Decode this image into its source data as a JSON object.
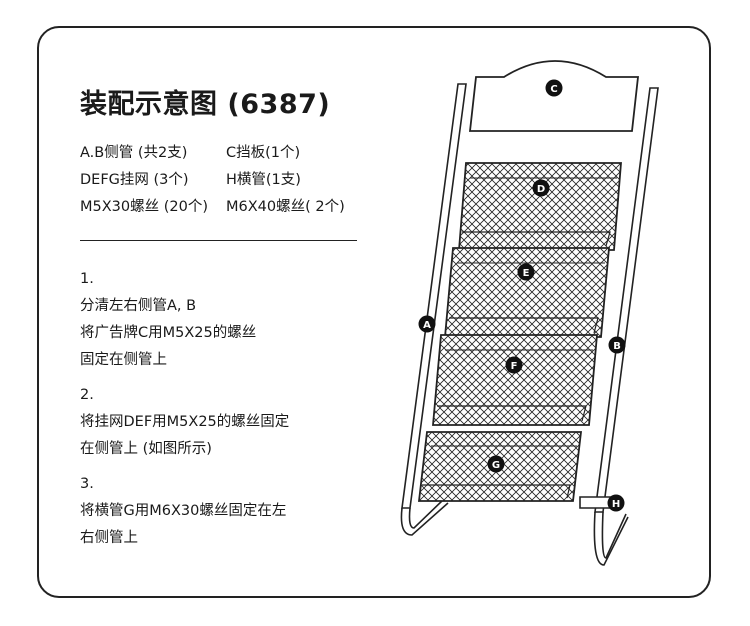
{
  "title": "装配示意图 (6387)",
  "parts": [
    [
      "A.B侧管 (共2支)",
      "C挡板(1个)"
    ],
    [
      "DEFG挂网 (3个)",
      "H横管(1支)"
    ],
    [
      "M5X30螺丝 (20个)",
      "M6X40螺丝( 2个)"
    ]
  ],
  "steps": [
    {
      "number": "1.",
      "lines": [
        "分清左右侧管A, B",
        "将广告牌C用M5X25的螺丝",
        "固定在侧管上"
      ]
    },
    {
      "number": "2.",
      "lines": [
        "将挂网DEF用M5X25的螺丝固定",
        "在侧管上 (如图所示)"
      ]
    },
    {
      "number": "3.",
      "lines": [
        "将横管G用M6X30螺丝固定在左",
        "右侧管上"
      ]
    }
  ],
  "labels": {
    "A": "A",
    "B": "B",
    "C": "C",
    "D": "D",
    "E": "E",
    "F": "F",
    "G": "G",
    "H": "H"
  },
  "colors": {
    "ink": "#222222",
    "mesh_fill": "#d8d8d8"
  }
}
